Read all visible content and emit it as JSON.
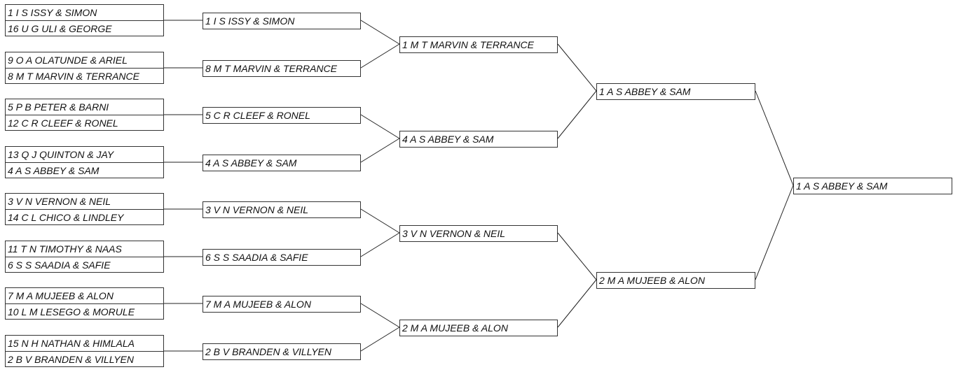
{
  "round1": [
    {
      "top": "1 I S ISSY & SIMON",
      "bottom": "16 U G ULI & GEORGE"
    },
    {
      "top": "9 O A OLATUNDE & ARIEL",
      "bottom": "8 M T MARVIN & TERRANCE"
    },
    {
      "top": "5 P B PETER & BARNI",
      "bottom": "12 C R CLEEF & RONEL"
    },
    {
      "top": "13 Q J QUINTON & JAY",
      "bottom": "4 A S ABBEY & SAM"
    },
    {
      "top": "3 V N VERNON & NEIL",
      "bottom": "14 C L CHICO & LINDLEY"
    },
    {
      "top": "11 T N TIMOTHY & NAAS",
      "bottom": "6 S S SAADIA & SAFIE"
    },
    {
      "top": "7 M A MUJEEB & ALON",
      "bottom": "10 L M LESEGO & MORULE"
    },
    {
      "top": "15 N H NATHAN & HIMLALA",
      "bottom": "2 B V BRANDEN & VILLYEN"
    }
  ],
  "round2": [
    "1 I S ISSY & SIMON",
    "8 M T MARVIN & TERRANCE",
    "5 C R CLEEF & RONEL",
    "4 A S ABBEY & SAM",
    "3 V N VERNON & NEIL",
    "6 S S SAADIA & SAFIE",
    "7 M A MUJEEB & ALON",
    "2 B V BRANDEN & VILLYEN"
  ],
  "round3": [
    "1 M T MARVIN & TERRANCE",
    "4 A S ABBEY & SAM",
    "3 V N VERNON & NEIL",
    "2 M A MUJEEB & ALON"
  ],
  "round4": [
    "1 A S ABBEY & SAM",
    "2 M A MUJEEB & ALON"
  ],
  "final": "1 A S ABBEY & SAM"
}
